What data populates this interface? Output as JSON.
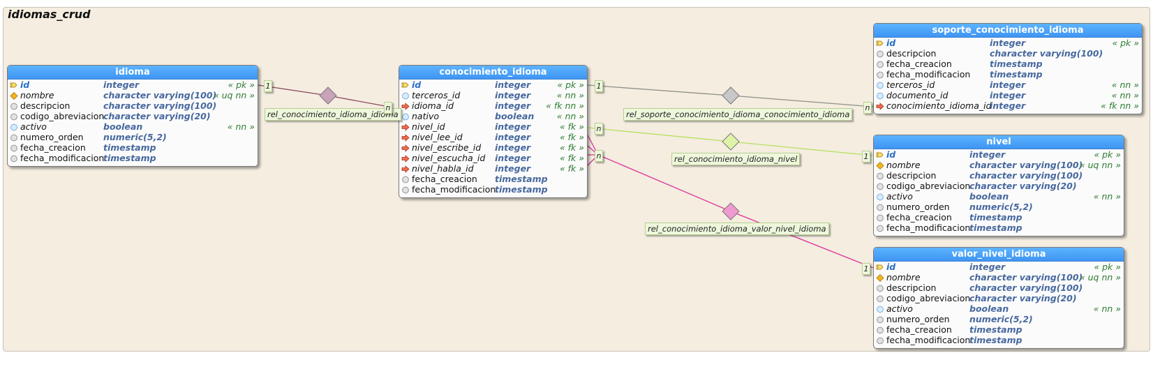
{
  "schema": {
    "title": "idiomas_crud",
    "bg": "#f4ede0"
  },
  "colors": {
    "header": "#4aa3ff",
    "pk": "#2a70c8",
    "type": "#46689e",
    "constraint": "#2e7d32"
  },
  "tables": [
    {
      "name": "idioma",
      "columns": [
        {
          "name": "id",
          "type": "integer",
          "constraint": "« pk »",
          "icon": "key-icon"
        },
        {
          "name": "nombre",
          "type": "character varying(100)",
          "constraint": "« uq nn »",
          "icon": "unique-diamond-icon"
        },
        {
          "name": "descripcion",
          "type": "character varying(100)",
          "constraint": "",
          "icon": "column-icon"
        },
        {
          "name": "codigo_abreviacion",
          "type": "character varying(20)",
          "constraint": "",
          "icon": "column-icon"
        },
        {
          "name": "activo",
          "type": "boolean",
          "constraint": "« nn »",
          "icon": "not-null-icon"
        },
        {
          "name": "numero_orden",
          "type": "numeric(5,2)",
          "constraint": "",
          "icon": "column-icon"
        },
        {
          "name": "fecha_creacion",
          "type": "timestamp",
          "constraint": "",
          "icon": "column-icon"
        },
        {
          "name": "fecha_modificacion",
          "type": "timestamp",
          "constraint": "",
          "icon": "column-icon"
        }
      ]
    },
    {
      "name": "conocimiento_idioma",
      "columns": [
        {
          "name": "id",
          "type": "integer",
          "constraint": "« pk »",
          "icon": "key-icon"
        },
        {
          "name": "terceros_id",
          "type": "integer",
          "constraint": "« nn »",
          "icon": "not-null-icon"
        },
        {
          "name": "idioma_id",
          "type": "integer",
          "constraint": "« fk nn »",
          "icon": "fk-arrow-icon"
        },
        {
          "name": "nativo",
          "type": "boolean",
          "constraint": "« nn »",
          "icon": "not-null-icon"
        },
        {
          "name": "nivel_id",
          "type": "integer",
          "constraint": "« fk »",
          "icon": "fk-arrow-icon"
        },
        {
          "name": "nivel_lee_id",
          "type": "integer",
          "constraint": "« fk »",
          "icon": "fk-arrow-icon"
        },
        {
          "name": "nivel_escribe_id",
          "type": "integer",
          "constraint": "« fk »",
          "icon": "fk-arrow-icon"
        },
        {
          "name": "nivel_escucha_id",
          "type": "integer",
          "constraint": "« fk »",
          "icon": "fk-arrow-icon"
        },
        {
          "name": "nivel_habla_id",
          "type": "integer",
          "constraint": "« fk »",
          "icon": "fk-arrow-icon"
        },
        {
          "name": "fecha_creacion",
          "type": "timestamp",
          "constraint": "",
          "icon": "column-icon"
        },
        {
          "name": "fecha_modificacion",
          "type": "timestamp",
          "constraint": "",
          "icon": "column-icon"
        }
      ]
    },
    {
      "name": "soporte_conocimiento_idioma",
      "columns": [
        {
          "name": "id",
          "type": "integer",
          "constraint": "« pk »",
          "icon": "key-icon"
        },
        {
          "name": "descripcion",
          "type": "character varying(100)",
          "constraint": "",
          "icon": "column-icon"
        },
        {
          "name": "fecha_creacion",
          "type": "timestamp",
          "constraint": "",
          "icon": "column-icon"
        },
        {
          "name": "fecha_modificacion",
          "type": "timestamp",
          "constraint": "",
          "icon": "column-icon"
        },
        {
          "name": "terceros_id",
          "type": "integer",
          "constraint": "« nn »",
          "icon": "not-null-icon"
        },
        {
          "name": "documento_id",
          "type": "integer",
          "constraint": "« nn »",
          "icon": "not-null-icon"
        },
        {
          "name": "conocimiento_idioma_id",
          "type": "integer",
          "constraint": "« fk nn »",
          "icon": "fk-arrow-icon"
        }
      ]
    },
    {
      "name": "nivel",
      "columns": [
        {
          "name": "id",
          "type": "integer",
          "constraint": "« pk »",
          "icon": "key-icon"
        },
        {
          "name": "nombre",
          "type": "character varying(100)",
          "constraint": "« uq nn »",
          "icon": "unique-diamond-icon"
        },
        {
          "name": "descripcion",
          "type": "character varying(100)",
          "constraint": "",
          "icon": "column-icon"
        },
        {
          "name": "codigo_abreviacion",
          "type": "character varying(20)",
          "constraint": "",
          "icon": "column-icon"
        },
        {
          "name": "activo",
          "type": "boolean",
          "constraint": "« nn »",
          "icon": "not-null-icon"
        },
        {
          "name": "numero_orden",
          "type": "numeric(5,2)",
          "constraint": "",
          "icon": "column-icon"
        },
        {
          "name": "fecha_creacion",
          "type": "timestamp",
          "constraint": "",
          "icon": "column-icon"
        },
        {
          "name": "fecha_modificacion",
          "type": "timestamp",
          "constraint": "",
          "icon": "column-icon"
        }
      ]
    },
    {
      "name": "valor_nivel_idioma",
      "columns": [
        {
          "name": "id",
          "type": "integer",
          "constraint": "« pk »",
          "icon": "key-icon"
        },
        {
          "name": "nombre",
          "type": "character varying(100)",
          "constraint": "« uq nn »",
          "icon": "unique-diamond-icon"
        },
        {
          "name": "descripcion",
          "type": "character varying(100)",
          "constraint": "",
          "icon": "column-icon"
        },
        {
          "name": "codigo_abreviacion",
          "type": "character varying(20)",
          "constraint": "",
          "icon": "column-icon"
        },
        {
          "name": "activo",
          "type": "boolean",
          "constraint": "« nn »",
          "icon": "not-null-icon"
        },
        {
          "name": "numero_orden",
          "type": "numeric(5,2)",
          "constraint": "",
          "icon": "column-icon"
        },
        {
          "name": "fecha_creacion",
          "type": "timestamp",
          "constraint": "",
          "icon": "column-icon"
        },
        {
          "name": "fecha_modificacion",
          "type": "timestamp",
          "constraint": "",
          "icon": "column-icon"
        }
      ]
    }
  ],
  "relationships": [
    {
      "name": "rel_conocimiento_idioma_idioma",
      "from": "idioma",
      "to": "conocimiento_idioma",
      "from_card": "1",
      "to_card": "n",
      "color": "#8a4a60",
      "diamond": "#c9a3b9"
    },
    {
      "name": "rel_soporte_conocimiento_idioma_conocimiento_idioma",
      "from": "conocimiento_idioma",
      "to": "soporte_conocimiento_idioma",
      "from_card": "1",
      "to_card": "n",
      "color": "#8f8f88",
      "diamond": "#c8c8c8"
    },
    {
      "name": "rel_conocimiento_idioma_nivel",
      "from": "conocimiento_idioma",
      "to": "nivel",
      "from_card": "n",
      "to_card": "1",
      "color": "#b7e060",
      "diamond": "#def3a8"
    },
    {
      "name": "rel_conocimiento_idioma_valor_nivel_idioma",
      "from": "conocimiento_idioma",
      "to": "valor_nivel_idioma",
      "from_card": "n",
      "to_card": "1",
      "color": "#e0309a",
      "diamond": "#ef9ad0"
    }
  ]
}
